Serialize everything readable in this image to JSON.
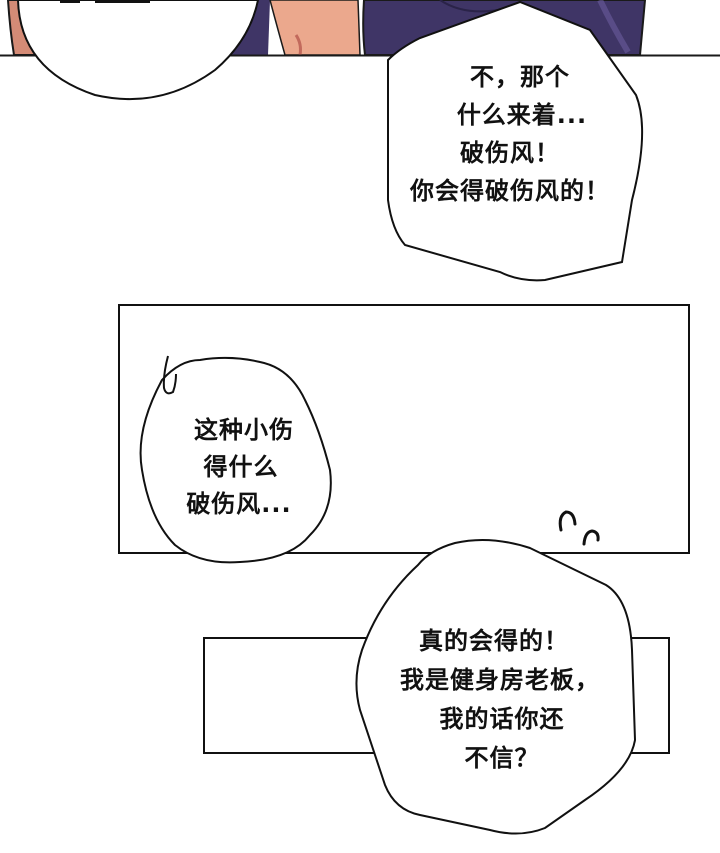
{
  "comic": {
    "title": "Webtoon page",
    "colors": {
      "background": "#ffffff",
      "ink": "#111111",
      "skin": "#e9a58a",
      "skin_shadow": "#c9796a",
      "jacket": "#3f3566",
      "jacket_highlight": "#5a4d8a"
    },
    "panels": [
      {
        "name": "top-panel",
        "bubbles": []
      },
      {
        "name": "middle-panel",
        "bubbles": []
      },
      {
        "name": "bottom-panel",
        "bubbles": []
      }
    ],
    "bubbles": [
      {
        "speaker": "right",
        "lines": [
          "不，那个",
          "什么来着...",
          "破伤风！",
          "你会得破伤风的！"
        ]
      },
      {
        "speaker": "left",
        "lines": [
          "这种小伤",
          "得什么",
          "破伤风..."
        ]
      },
      {
        "speaker": "right",
        "lines": [
          "真的会得的！",
          "我是健身房老板，",
          "我的话你还",
          "不信？"
        ]
      }
    ],
    "sound_effects": [
      "sweat-marks",
      "sweat-drop"
    ]
  }
}
